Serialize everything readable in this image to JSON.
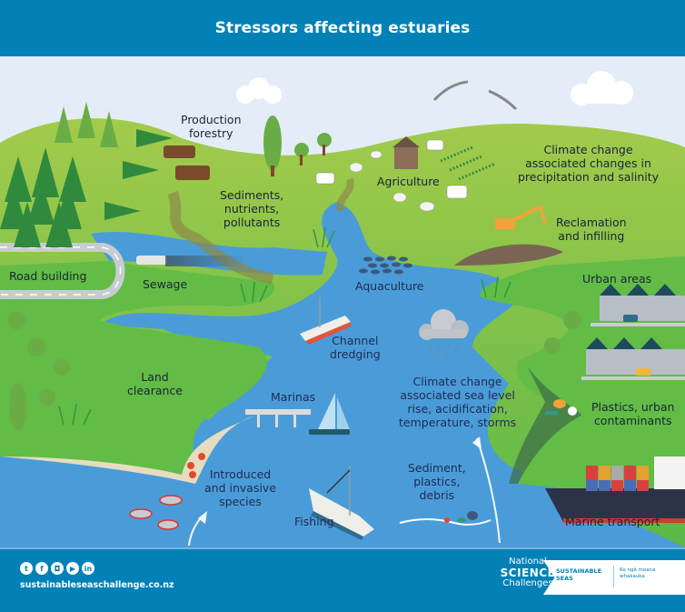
{
  "header": {
    "title": "Stressors affecting estuaries",
    "background": "#0281b7"
  },
  "scene": {
    "colors": {
      "sky": "#e4edf7",
      "grass_light": "#9cc94a",
      "grass_mid": "#6abe46",
      "water": "#4a9cd8",
      "water_deep": "#3a82c4",
      "sand": "#e8dcc0",
      "label_text": "#1b2338"
    },
    "labels": {
      "production_forestry": [
        "Production",
        "forestry"
      ],
      "sediments_nutrients": [
        "Sediments,",
        "nutrients,",
        "pollutants"
      ],
      "agriculture": "Agriculture",
      "climate_precip": [
        "Climate change",
        "associated changes in",
        "precipitation and salinity"
      ],
      "reclamation": [
        "Reclamation",
        "and infilling"
      ],
      "road_building": "Road building",
      "sewage": "Sewage",
      "aquaculture": "Aquaculture",
      "urban_areas": "Urban areas",
      "channel_dredging": [
        "Channel",
        "dredging"
      ],
      "land_clearance": [
        "Land",
        "clearance"
      ],
      "marinas": "Marinas",
      "climate_sea": [
        "Climate change",
        "associated sea level",
        "rise, acidification,",
        "temperature, storms"
      ],
      "plastics_urban": [
        "Plastics, urban",
        "contaminants"
      ],
      "introduced_species": [
        "Introduced",
        "and invasive",
        "species"
      ],
      "sediment_debris": [
        "Sediment,",
        "plastics,",
        "debris"
      ],
      "fishing": "Fishing",
      "marine_transport": "Marine transport"
    },
    "icons": [
      "pine-tree-icon",
      "log-pile-icon",
      "cow-icon",
      "sheep-icon",
      "barn-icon",
      "seagull-icon",
      "cloud-icon",
      "rain-cloud-icon",
      "excavator-icon",
      "house-icon",
      "car-icon",
      "sewage-pipe-icon",
      "dredging-boat-icon",
      "sailboat-icon",
      "fishing-boat-icon",
      "fish-icon",
      "crab-icon",
      "container-ship-icon",
      "debris-icon",
      "arrow-up-icon"
    ]
  },
  "footer": {
    "social": [
      {
        "name": "twitter",
        "glyph": "t"
      },
      {
        "name": "facebook",
        "glyph": "f"
      },
      {
        "name": "instagram",
        "glyph": "◘"
      },
      {
        "name": "youtube",
        "glyph": "▶"
      },
      {
        "name": "linkedin",
        "glyph": "in"
      }
    ],
    "website": "sustainableseaschallenge.co.nz",
    "nsc": {
      "line1": "National",
      "line2": "SCIENCE",
      "line3": "Challenges"
    },
    "partner": {
      "name_line1": "SUSTAINABLE",
      "name_line2": "SEAS",
      "sub_line1": "Ko ngā moana",
      "sub_line2": "whakauka"
    }
  }
}
